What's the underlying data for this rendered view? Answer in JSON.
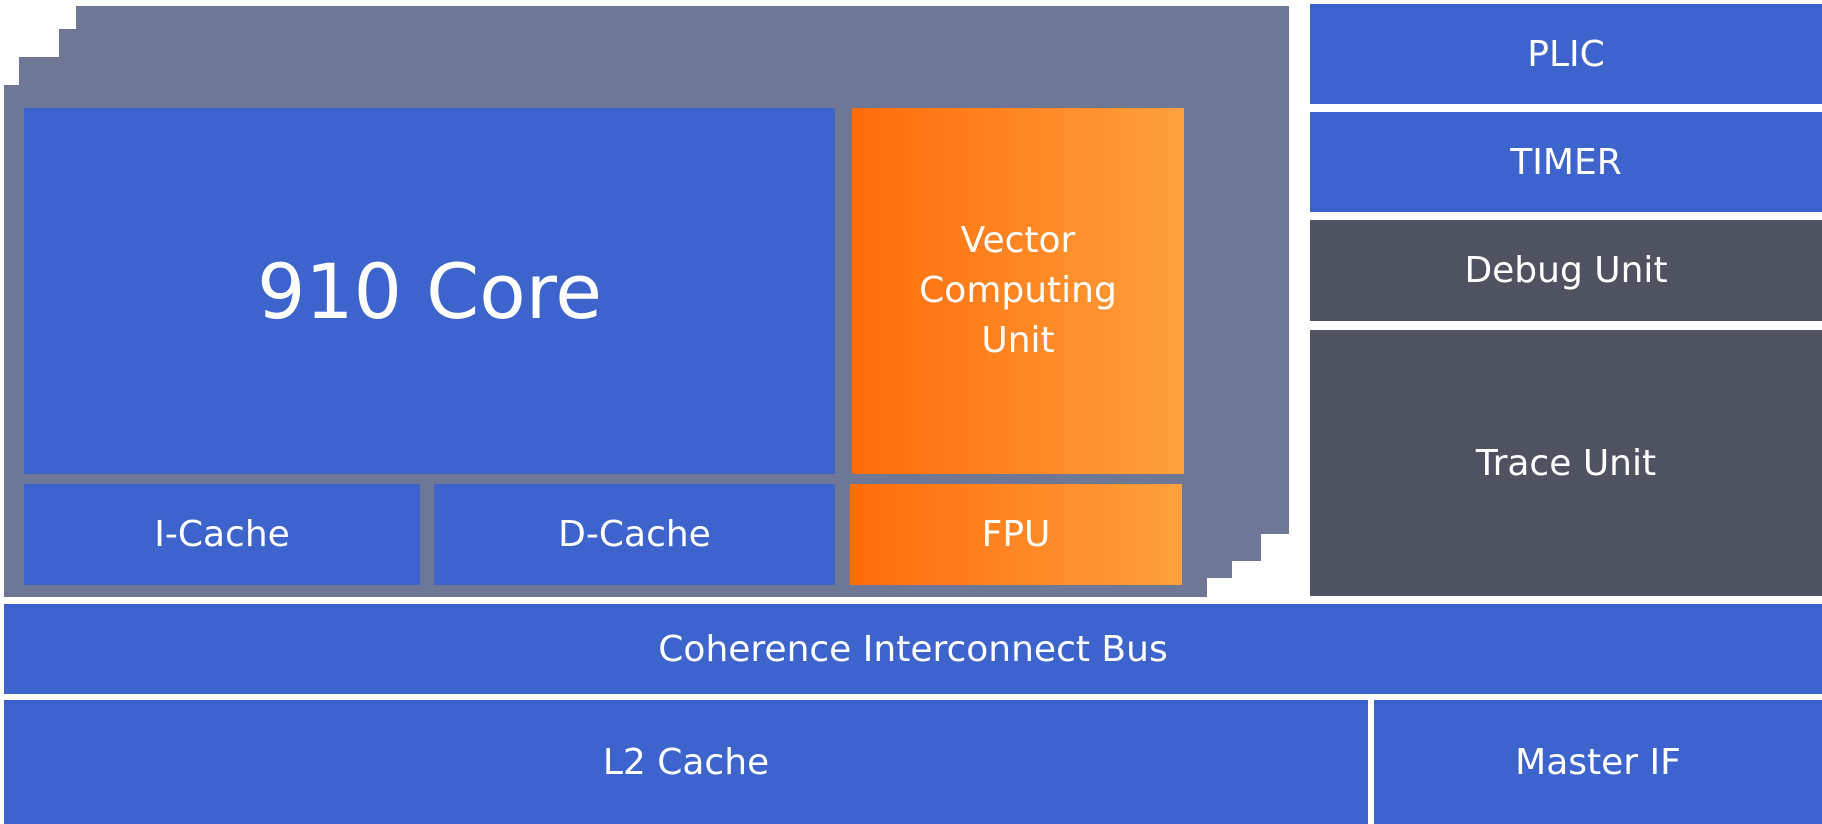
{
  "diagram": {
    "core": "910 Core",
    "vector_unit": [
      "Vector",
      "Computing",
      "Unit"
    ],
    "i_cache": "I-Cache",
    "d_cache": "D-Cache",
    "fpu": "FPU",
    "plic": "PLIC",
    "timer": "TIMER",
    "debug_unit": "Debug Unit",
    "trace_unit": "Trace Unit",
    "bus": "Coherence Interconnect Bus",
    "l2_cache": "L2 Cache",
    "master_if": "Master IF"
  },
  "colors": {
    "block_blue": "#3d64cc",
    "core_frame_slate": "#6e7896",
    "peripheral_dark": "#4f5260",
    "accent_orange_start": "#ff6c08",
    "accent_orange_end": "#ffa03e"
  }
}
